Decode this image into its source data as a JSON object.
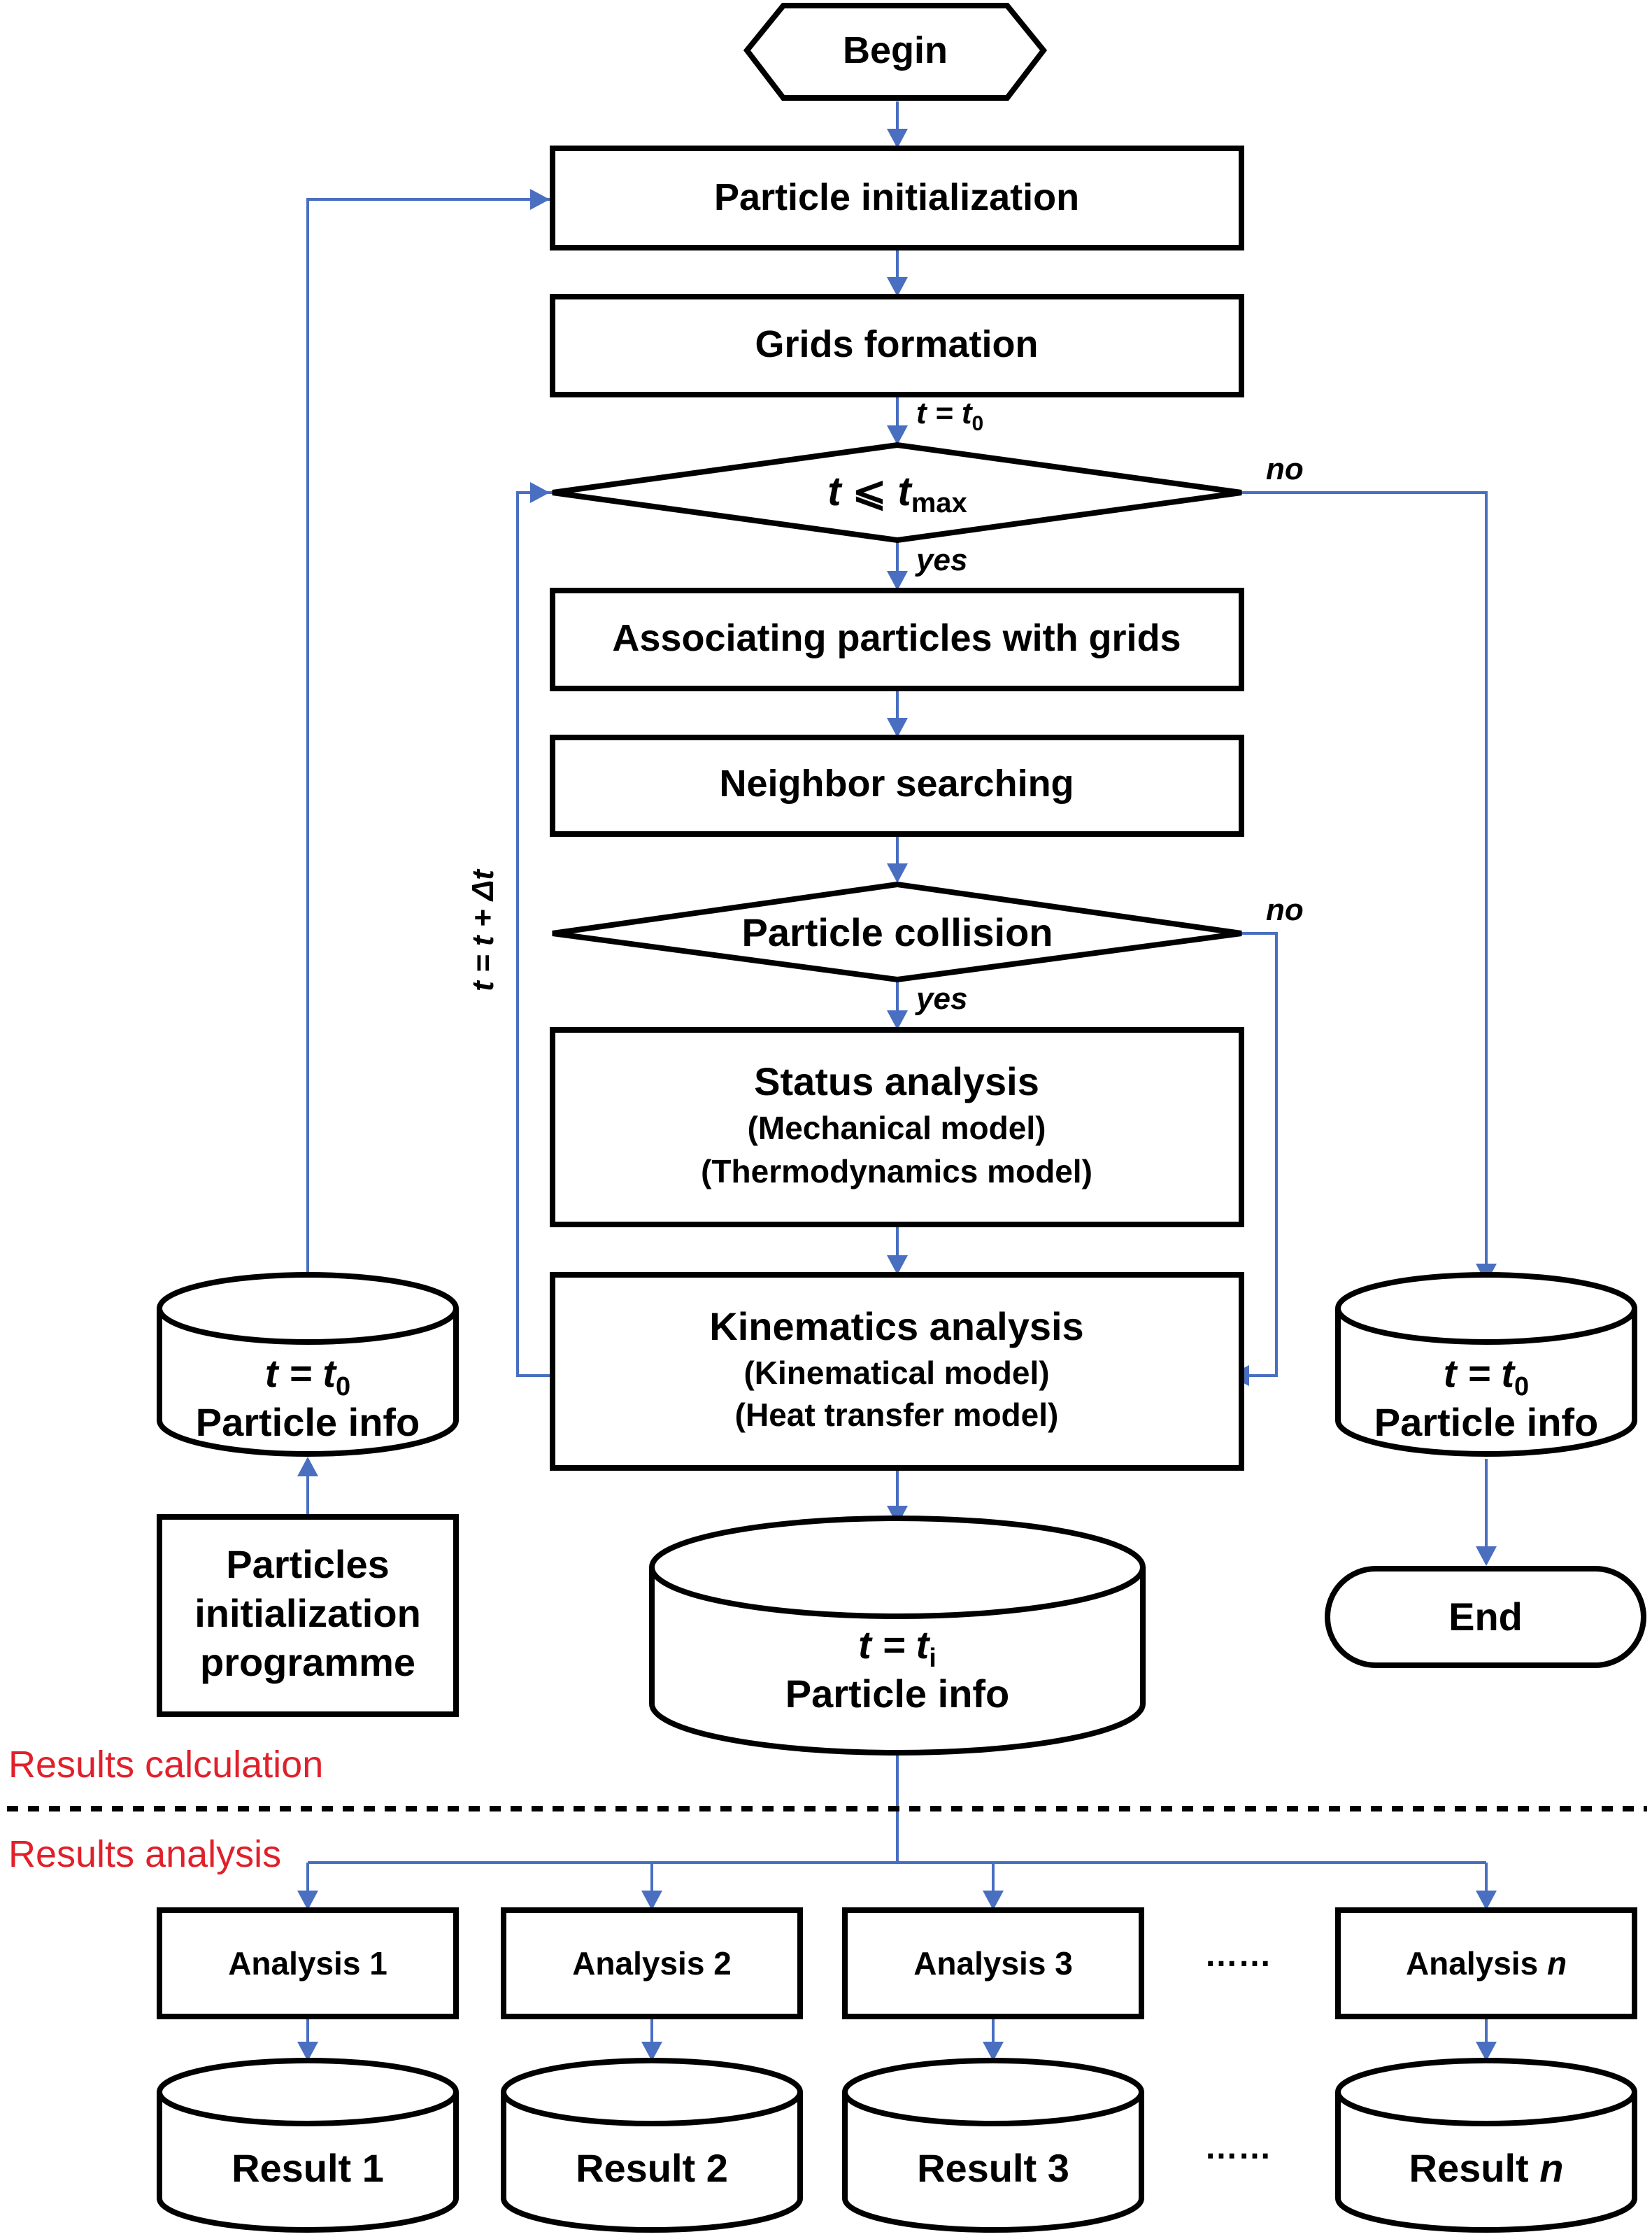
{
  "colors": {
    "connector": "#4a6fc1",
    "section_label": "#e0202a"
  },
  "flow": {
    "begin": "Begin",
    "particle_init": "Particle initialization",
    "grids": "Grids formation",
    "t_init": {
      "var": "t",
      "eq": " = ",
      "t0": "t",
      "sub": "0"
    },
    "loop_cond": {
      "t": "t",
      "le": " ⩽ ",
      "tmax": "t",
      "sub": "max"
    },
    "yes": "yes",
    "no": "no",
    "associating": "Associating particles with grids",
    "neighbor": "Neighbor searching",
    "collision": "Particle collision",
    "status": {
      "title": "Status analysis",
      "line1": "(Mechanical model)",
      "line2": "(Thermodynamics model)"
    },
    "kinematics": {
      "title": "Kinematics analysis",
      "line1": "(Kinematical model)",
      "line2": "(Heat transfer model)"
    },
    "increment": "t = t + Δt",
    "db_left": {
      "t": "t",
      "eq": " = ",
      "t2": "t",
      "sub": "0",
      "label": "Particle info"
    },
    "db_right": {
      "t": "t",
      "eq": " = ",
      "t2": "t",
      "sub": "0",
      "label": "Particle info"
    },
    "db_center": {
      "t": "t",
      "eq": " = ",
      "t2": "t",
      "sub": "i",
      "label": "Particle info"
    },
    "init_programme": [
      "Particles",
      "initialization",
      "programme"
    ],
    "end": "End"
  },
  "sections": {
    "calc": "Results calculation",
    "analysis": "Results analysis"
  },
  "analyses": [
    {
      "label": "Analysis 1",
      "result": "Result 1"
    },
    {
      "label": "Analysis 2",
      "result": "Result 2"
    },
    {
      "label": "Analysis 3",
      "result": "Result 3"
    },
    {
      "label": "Analysis ",
      "label_it": "n",
      "result": "Result ",
      "result_it": "n"
    }
  ],
  "ellipsis": "……"
}
